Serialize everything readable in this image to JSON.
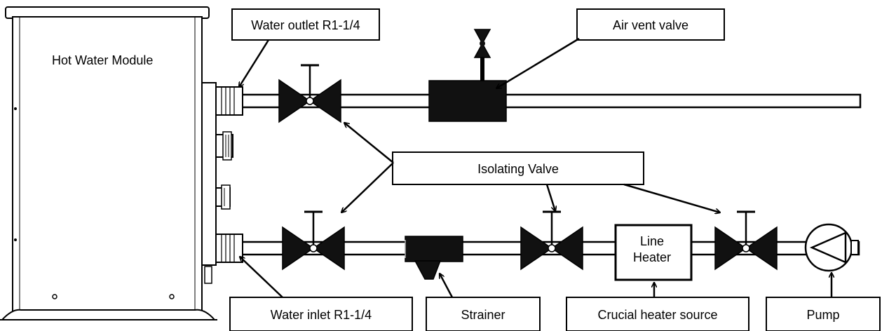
{
  "module": {
    "title": "Hot Water Module"
  },
  "callouts": {
    "water_outlet": "Water outlet R1-1/4",
    "air_vent": "Air vent valve",
    "isolating_valve": "Isolating Valve",
    "water_inlet": "Water inlet R1-1/4",
    "strainer": "Strainer",
    "crucial_heater": "Crucial heater source",
    "pump": "Pump"
  },
  "line_heater": {
    "line1": "Line",
    "line2": "Heater"
  },
  "colors": {
    "stroke": "#000000",
    "fill_dark": "#111111",
    "background": "#ffffff"
  }
}
